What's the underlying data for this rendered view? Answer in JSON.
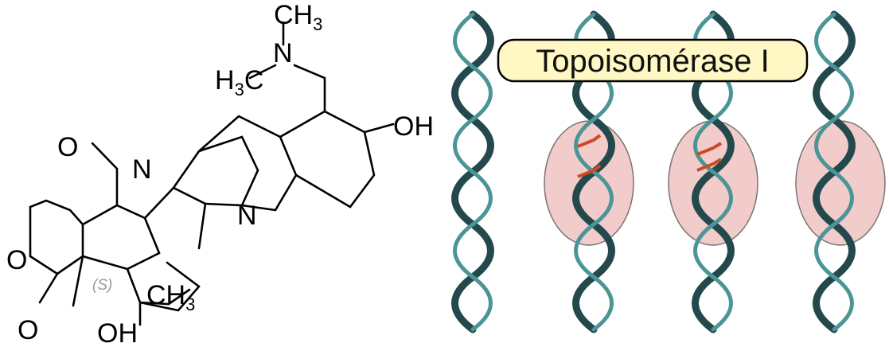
{
  "molecule": {
    "atoms": {
      "ring_oxygen": "O",
      "carbonyl_oxygen_top": "O",
      "carbonyl_oxygen_bottom": "O",
      "ring_nitrogen": "N",
      "quinoline_nitrogen": "N",
      "amine_nitrogen": "N",
      "hydroxyl_right": "OH",
      "hydroxyl_bottom": "OH"
    },
    "groups": {
      "methyl_top_main": "CH",
      "methyl_top_sub": "3",
      "methyl_left_main": "H",
      "methyl_left_sub": "3",
      "methyl_left_tail": "C",
      "ethyl_main": "CH",
      "ethyl_sub": "3"
    },
    "stereo_label": "(S)"
  },
  "diagram": {
    "label": "Topoisomérase I"
  },
  "colors": {
    "helix_dark": "#24494c",
    "helix_light": "#4c9597",
    "label_fill": "#fff7c4",
    "enzyme": "#e06a3b",
    "bubble": "#f2c9c9"
  }
}
